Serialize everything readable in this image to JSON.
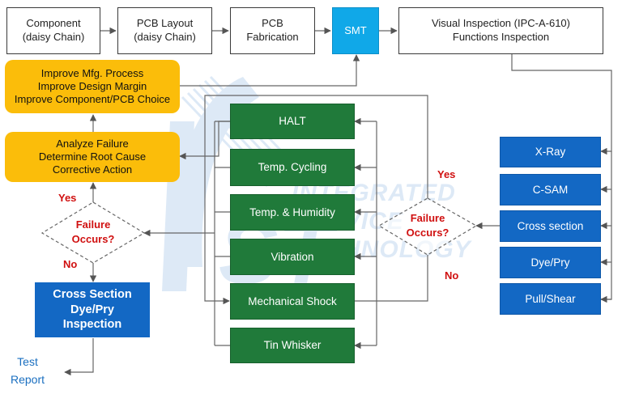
{
  "top_row": {
    "component": "Component\n(daisy Chain)",
    "pcb_layout": "PCB Layout\n(daisy Chain)",
    "pcb_fabrication": "PCB\nFabrication",
    "smt": "SMT",
    "visual_inspection": "Visual Inspection (IPC-A-610)\nFunctions Inspection"
  },
  "improve": "Improve Mfg. Process\nImprove Design Margin\nImprove Component/PCB Choice",
  "analyze": "Analyze Failure\nDetermine Root Cause\nCorrective Action",
  "tests": [
    "HALT",
    "Temp. Cycling",
    "Temp. & Humidity",
    "Vibration",
    "Mechanical Shock",
    "Tin Whisker"
  ],
  "inspections": [
    "X-Ray",
    "C-SAM",
    "Cross section",
    "Dye/Pry",
    "Pull/Shear"
  ],
  "left_decision": {
    "text": "Failure\nOccurs?",
    "yes": "Yes",
    "no": "No"
  },
  "right_decision": {
    "text": "Failure\nOccurs?",
    "yes": "Yes",
    "no": "No"
  },
  "cross_section_box": "Cross Section\nDye/Pry\nInspection",
  "test_report": "Test\nReport",
  "watermark": [
    "INTEGRATED",
    "SERVICE",
    "TECHNOLOGY",
    "iST"
  ],
  "colors": {
    "smt": "#10a8e8",
    "improve_analyze": "#fbbd0a",
    "tests": "#207a3a",
    "inspections": "#1368c4",
    "decision_text": "#d01010",
    "report_text": "#1a6fc0"
  }
}
